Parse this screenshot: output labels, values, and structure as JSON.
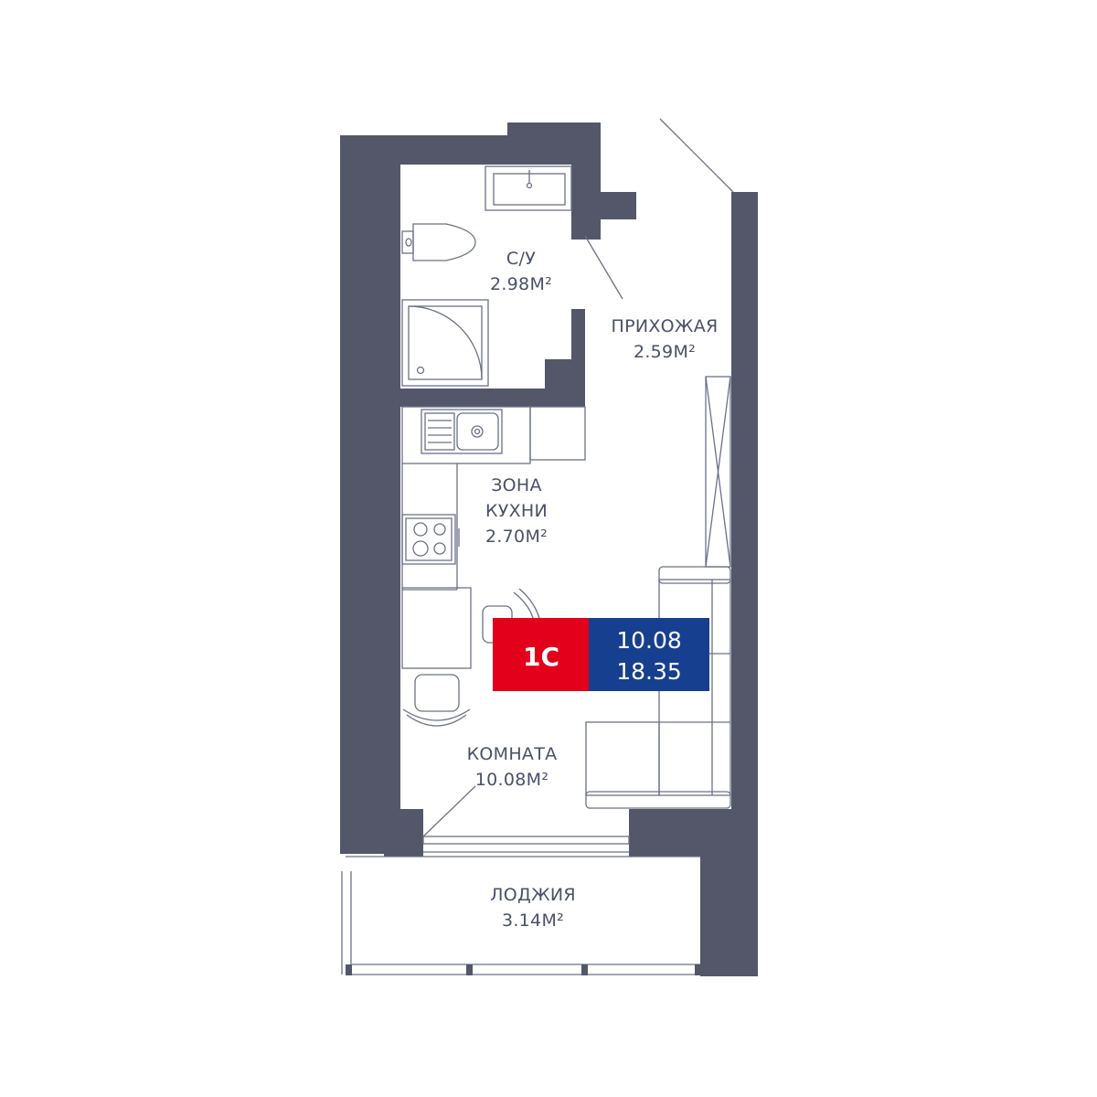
{
  "colors": {
    "wall": "#535769",
    "line": "#6b7089",
    "label": "#4a5068",
    "badge_type_bg": "#e3001b",
    "badge_area_bg": "#173f8f"
  },
  "rooms": {
    "bathroom": {
      "name": "С/У",
      "area": "2.98М²"
    },
    "hallway": {
      "name": "ПРИХОЖАЯ",
      "area": "2.59М²"
    },
    "kitchen": {
      "name_line1": "ЗОНА",
      "name_line2": "КУХНИ",
      "area": "2.70М²"
    },
    "room": {
      "name": "КОМНАТА",
      "area": "10.08М²"
    },
    "loggia": {
      "name": "ЛОДЖИЯ",
      "area": "3.14М²"
    }
  },
  "badge": {
    "type": "1С",
    "living_area": "10.08",
    "total_area": "18.35"
  },
  "icons": [
    "sink-icon",
    "toilet-icon",
    "shower-icon",
    "kitchen-sink-icon",
    "stove-icon",
    "chair-icon",
    "sofa-icon",
    "wardrobe-icon",
    "door-icon",
    "window-icon"
  ]
}
